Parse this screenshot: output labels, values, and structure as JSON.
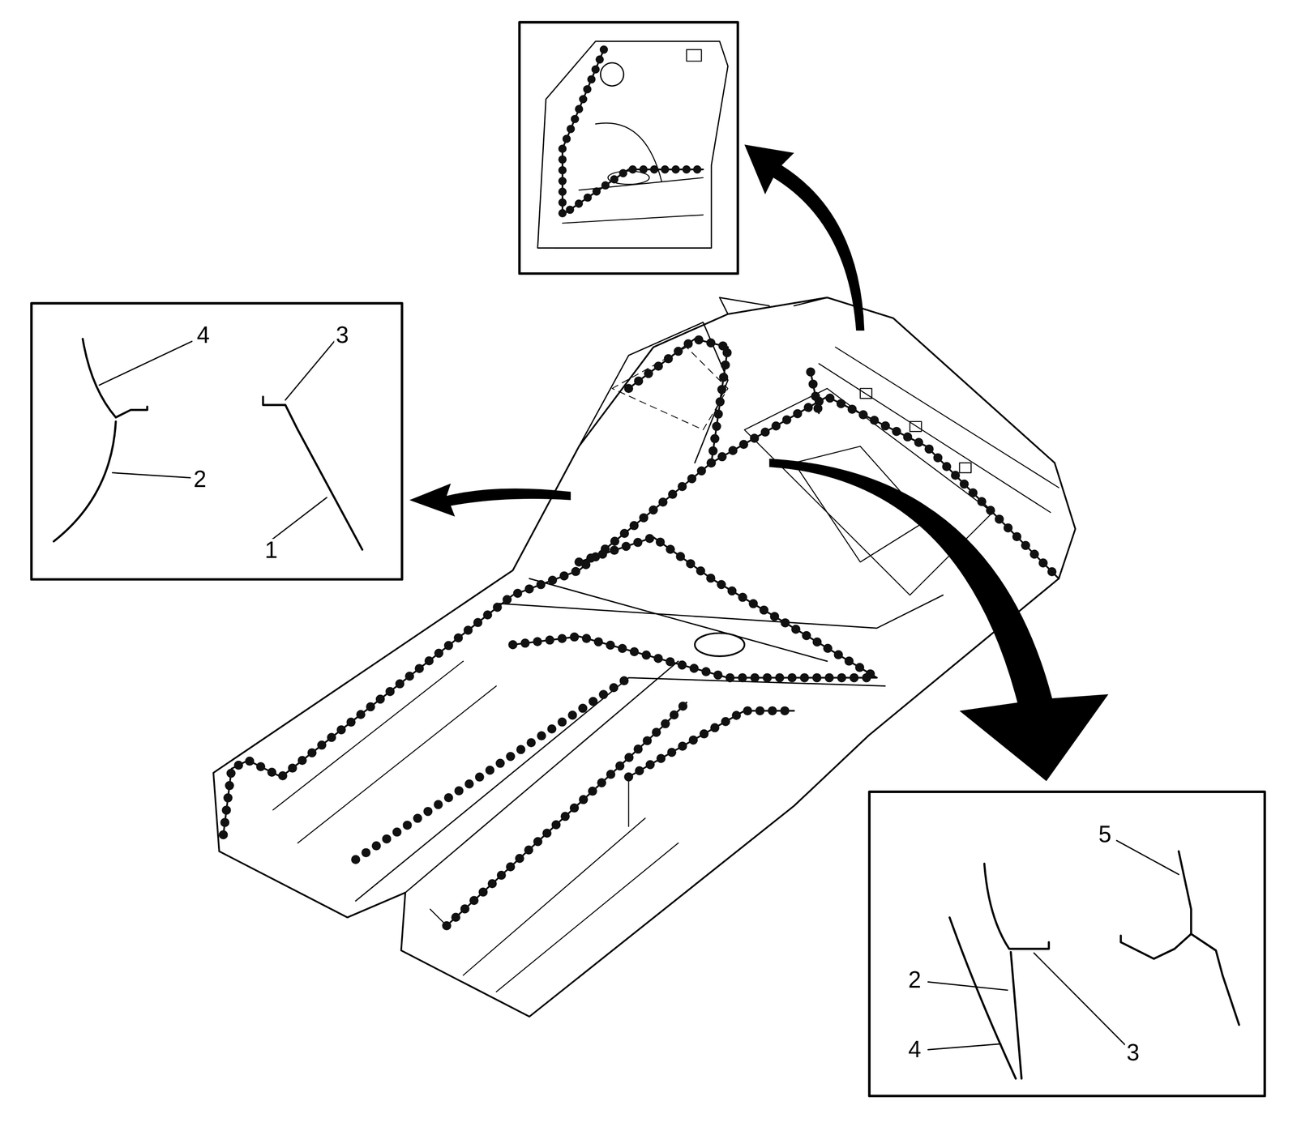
{
  "diagram": {
    "labels": [
      "4",
      "3",
      "2",
      "1",
      "5",
      "2",
      "3",
      "4"
    ]
  }
}
